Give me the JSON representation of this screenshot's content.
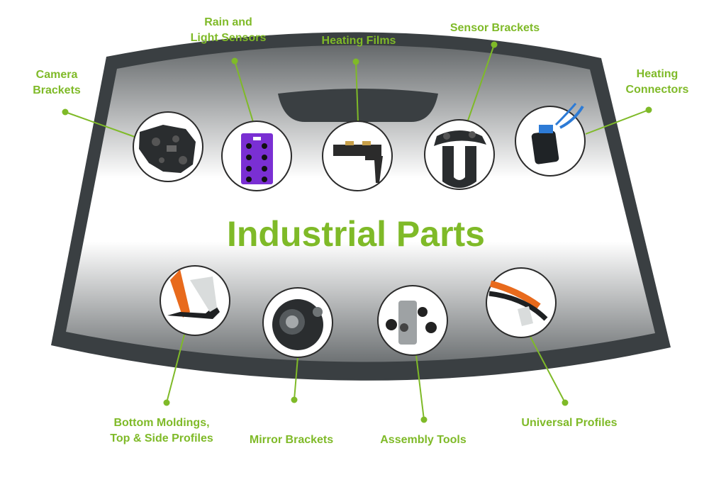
{
  "title": "Industrial Parts",
  "colors": {
    "accent": "#7fba28",
    "frame": "#3a3f42",
    "glass_top": "#6b6f71",
    "glass_mid": "#ffffff",
    "glass_bottom": "#6e7274"
  },
  "parts": [
    {
      "id": "camera-brackets",
      "label_lines": [
        "Camera",
        "Brackets"
      ],
      "icon": "camera-bracket-icon"
    },
    {
      "id": "rain-light-sensors",
      "label_lines": [
        "Rain and",
        "Light Sensors"
      ],
      "icon": "rain-sensor-icon"
    },
    {
      "id": "heating-films",
      "label_lines": [
        "Heating Films"
      ],
      "icon": "heating-film-icon"
    },
    {
      "id": "sensor-brackets",
      "label_lines": [
        "Sensor Brackets"
      ],
      "icon": "sensor-bracket-icon"
    },
    {
      "id": "heating-connectors",
      "label_lines": [
        "Heating",
        "Connectors"
      ],
      "icon": "heating-connector-icon"
    },
    {
      "id": "bottom-moldings",
      "label_lines": [
        "Bottom Moldings,",
        "Top & Side Profiles"
      ],
      "icon": "molding-profile-icon"
    },
    {
      "id": "mirror-brackets",
      "label_lines": [
        "Mirror Brackets"
      ],
      "icon": "mirror-bracket-icon"
    },
    {
      "id": "assembly-tools",
      "label_lines": [
        "Assembly Tools"
      ],
      "icon": "assembly-tool-icon"
    },
    {
      "id": "universal-profiles",
      "label_lines": [
        "Universal Profiles"
      ],
      "icon": "universal-profile-icon"
    }
  ]
}
